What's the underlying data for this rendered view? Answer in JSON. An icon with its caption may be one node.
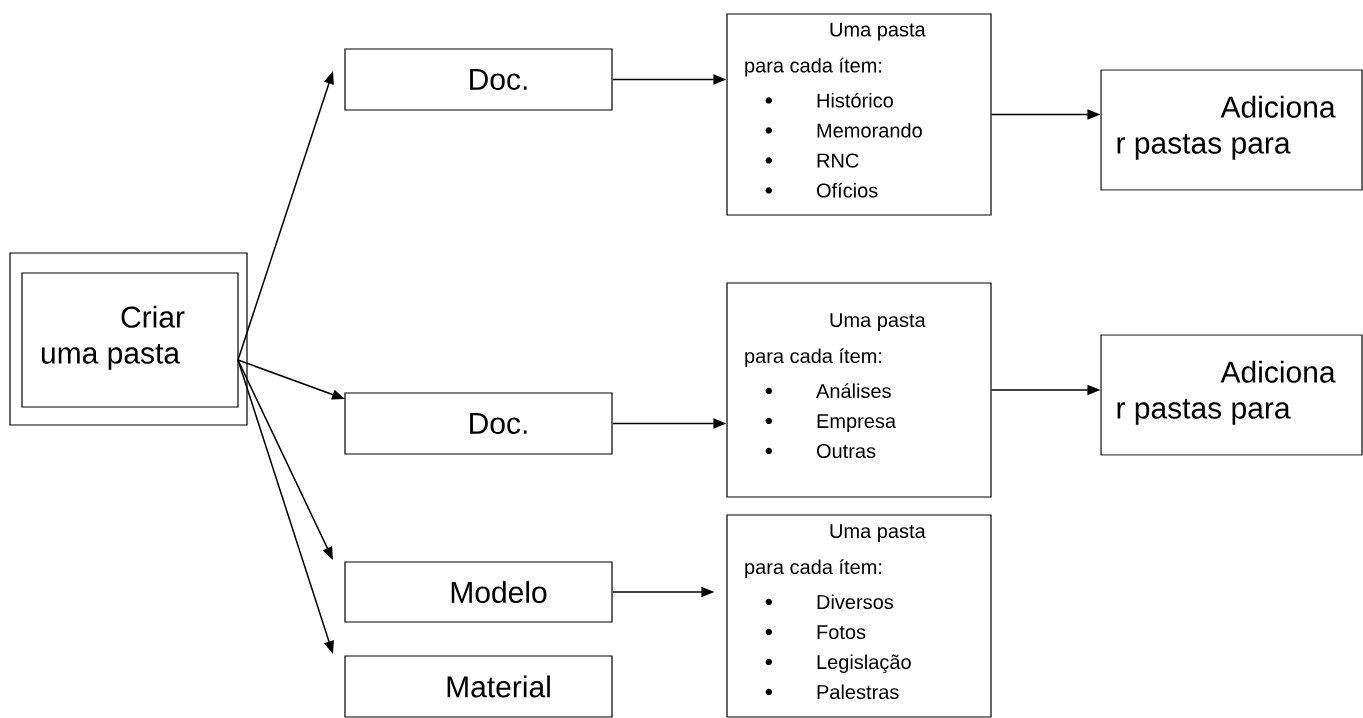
{
  "diagram": {
    "nodes": [
      {
        "text": [
          "Criar uma pasta"
        ]
      },
      {
        "text": [
          "Doc."
        ]
      },
      {
        "text": [
          "Doc."
        ]
      },
      {
        "text": [
          "Modelo"
        ]
      },
      {
        "text": [
          "Material"
        ]
      },
      {
        "text": [
          "Uma pasta para cada ítem:",
          "Histórico",
          "Memorando",
          "RNC",
          "Ofícios"
        ]
      },
      {
        "text": [
          "Uma pasta para cada ítem:",
          "Análises",
          "Empresa",
          "Outras"
        ]
      },
      {
        "text": [
          "Uma pasta para cada ítem:",
          "Diversos",
          "Fotos",
          "Legislação",
          "Palestras"
        ]
      },
      {
        "text": [
          "Adiciona r pastas para"
        ]
      },
      {
        "text": [
          "Adiciona r pastas para"
        ]
      }
    ],
    "edges": [
      {
        "from": 0,
        "to": 1,
        "arrow": "to"
      },
      {
        "from": 0,
        "to": 2,
        "arrow": "to"
      },
      {
        "from": 0,
        "to": 3,
        "arrow": "to"
      },
      {
        "from": 0,
        "to": 4,
        "arrow": "to"
      },
      {
        "from": 1,
        "to": 5,
        "arrow": "to"
      },
      {
        "from": 2,
        "to": 6,
        "arrow": "to"
      },
      {
        "from": 3,
        "to": 7,
        "arrow": "to"
      },
      {
        "from": 5,
        "to": 8,
        "arrow": "to"
      },
      {
        "from": 6,
        "to": 9,
        "arrow": "to"
      }
    ]
  }
}
